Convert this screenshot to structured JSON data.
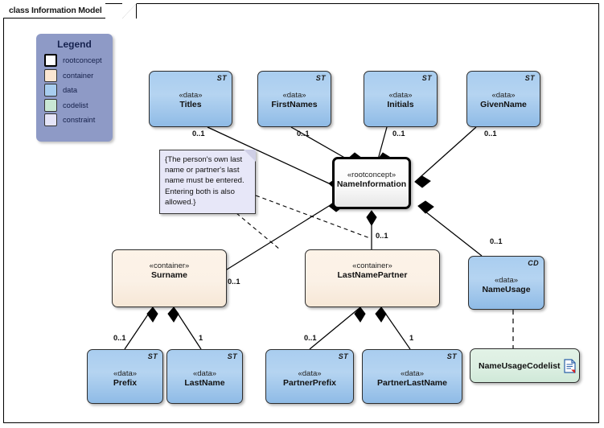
{
  "diagram": {
    "tab_label": "class Information Model"
  },
  "legend": {
    "title": "Legend",
    "items": [
      {
        "label": "rootconcept",
        "color": "#ffffff"
      },
      {
        "label": "container",
        "color": "#fbe6d2"
      },
      {
        "label": "data",
        "color": "#a8cdef"
      },
      {
        "label": "codelist",
        "color": "#c9e7d4"
      },
      {
        "label": "constraint",
        "color": "#e4e4f7"
      }
    ]
  },
  "note": {
    "text": "{The person's own last name or partner's last name must be entered. Entering both is also allowed.}"
  },
  "nodes": {
    "titles": {
      "stereotype": "«data»",
      "name": "Titles",
      "corner": "ST"
    },
    "firstnames": {
      "stereotype": "«data»",
      "name": "FirstNames",
      "corner": "ST"
    },
    "initials": {
      "stereotype": "«data»",
      "name": "Initials",
      "corner": "ST"
    },
    "givenname": {
      "stereotype": "«data»",
      "name": "GivenName",
      "corner": "ST"
    },
    "nameinformation": {
      "stereotype": "«rootconcept»",
      "name": "NameInformation",
      "corner": ""
    },
    "surname": {
      "stereotype": "«container»",
      "name": "Surname",
      "corner": ""
    },
    "lastnamepartner": {
      "stereotype": "«container»",
      "name": "LastNamePartner",
      "corner": ""
    },
    "nameusage": {
      "stereotype": "«data»",
      "name": "NameUsage",
      "corner": "CD"
    },
    "prefix": {
      "stereotype": "«data»",
      "name": "Prefix",
      "corner": "ST"
    },
    "lastname": {
      "stereotype": "«data»",
      "name": "LastName",
      "corner": "ST"
    },
    "partnerprefix": {
      "stereotype": "«data»",
      "name": "PartnerPrefix",
      "corner": "ST"
    },
    "partnerlastname": {
      "stereotype": "«data»",
      "name": "PartnerLastName",
      "corner": "ST"
    },
    "nameusagecodelist": {
      "stereotype": "",
      "name": "NameUsageCodelist",
      "corner": ""
    }
  },
  "multiplicities": {
    "titles_end": "0..1",
    "firstnames_end": "0..1",
    "initials_end": "0..1",
    "givenname_end": "0..1",
    "surname_end": "0..1",
    "lastnamepartner_end": "0..1",
    "nameusage_end": "0..1",
    "prefix_end": "0..1",
    "lastname_end": "1",
    "partnerprefix_end": "0..1",
    "partnerlastname_end": "1"
  },
  "colors": {
    "data_fill": "#a8cdef",
    "container_fill": "#fbf1e6",
    "codelist_fill": "#dcefe2",
    "constraint_fill": "#e7e7f8",
    "legend_fill": "#8e9ac6",
    "line": "#000000"
  }
}
